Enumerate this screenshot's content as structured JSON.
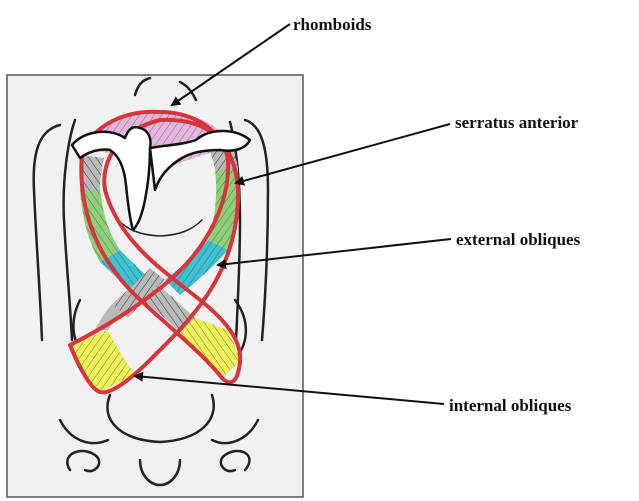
{
  "labels": {
    "rhomboids": "rhomboids",
    "serratus_anterior": "serratus anterior",
    "external_obliques": "external obliques",
    "internal_obliques": "internal obliques"
  },
  "colors": {
    "outline": "#d8343c",
    "rhomboids_fill": "#e3b6dc",
    "serratus_fill": "#8ed07a",
    "external_fill": "#3fc1cf",
    "internal_fill": "#eef25a",
    "fiber_fill": "#b9b9b9",
    "background_panel": "#f1f1f1"
  }
}
